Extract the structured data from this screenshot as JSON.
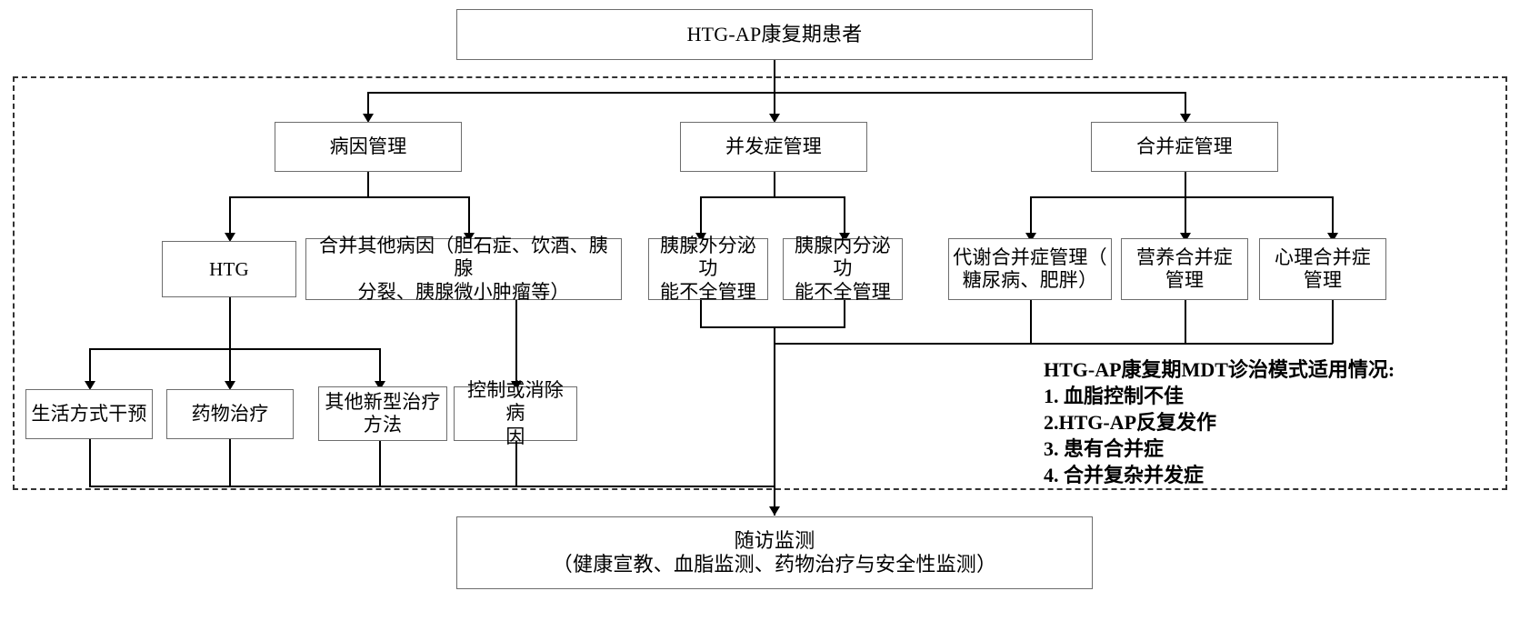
{
  "diagram": {
    "title_node": "HTG-AP康复期患者",
    "level2": [
      {
        "id": "etiology",
        "label": "病因管理"
      },
      {
        "id": "complication",
        "label": "并发症管理"
      },
      {
        "id": "comorbidity",
        "label": "合并症管理"
      }
    ],
    "level3": [
      {
        "id": "htg",
        "label": "HTG"
      },
      {
        "id": "other-etiology",
        "label": "合并其他病因（胆石症、饮酒、胰腺\n分裂、胰腺微小肿瘤等）"
      },
      {
        "id": "exocrine",
        "label": "胰腺外分泌功\n能不全管理"
      },
      {
        "id": "endocrine",
        "label": "胰腺内分泌功\n能不全管理"
      },
      {
        "id": "metabolic",
        "label": "代谢合并症管理（\n糖尿病、肥胖）"
      },
      {
        "id": "nutrition",
        "label": "营养合并症\n管理"
      },
      {
        "id": "psychology",
        "label": "心理合并症\n管理"
      }
    ],
    "level4": [
      {
        "id": "lifestyle",
        "label": "生活方式干预"
      },
      {
        "id": "medication",
        "label": "药物治疗"
      },
      {
        "id": "novel-therapy",
        "label": "其他新型治疗\n方法"
      },
      {
        "id": "control-cause",
        "label": "控制或消除病\n因"
      }
    ],
    "bottom_node": "随访监测\n（健康宣教、血脂监测、药物治疗与安全性监测）",
    "note": {
      "heading": "HTG-AP康复期MDT诊治模式适用情况:",
      "items": [
        "1. 血脂控制不佳",
        "2.HTG-AP反复发作",
        "3. 患有合并症",
        "4. 合并复杂并发症"
      ]
    },
    "colors": {
      "box_border": "#6d6d6d",
      "connector": "#000000",
      "dashed_border": "#333333",
      "background": "#ffffff",
      "text": "#000000"
    }
  }
}
